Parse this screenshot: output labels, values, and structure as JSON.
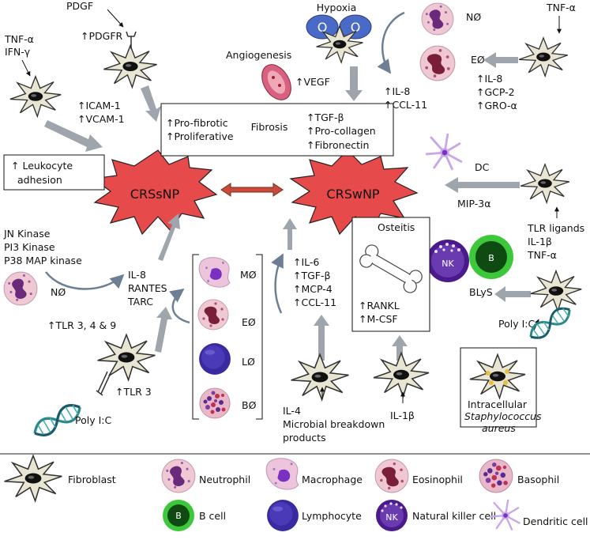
{
  "main": {
    "crssnp": "CRSsNP",
    "crswnp": "CRSwNP"
  },
  "top_left": {
    "stimuli_line1": "TNF-α",
    "stimuli_line2": "IFN-γ",
    "pdgf": "PDGF",
    "pdgfr": "↑PDGFR",
    "icam": "↑ICAM-1",
    "vcam": "↑VCAM-1",
    "leukocyte_line1": "↑ Leukocyte",
    "leukocyte_line2": "adhesion"
  },
  "fibrosis_box": {
    "left_line1": "↑Pro-fibrotic",
    "left_line2": "↑Proliferative",
    "center": "Fibrosis",
    "right_line1": "↑TGF-β",
    "right_line2": "↑Pro-collagen",
    "right_line3": "↑Fibronectin"
  },
  "top_center": {
    "hypoxia": "Hypoxia",
    "o_left": "O",
    "o_right": "O",
    "angiogenesis": "Angiogenesis",
    "vegf": "↑VEGF",
    "il8": "↑IL-8",
    "ccl11": "↑CCL-11"
  },
  "top_right": {
    "neutrophil": "NØ",
    "eosinophil": "EØ",
    "tnf": "TNF-α",
    "il8": "↑IL-8",
    "gcp2": "↑GCP-2",
    "groa": "↑GRO-α",
    "dc": "DC",
    "mip": "MIP-3α",
    "tlr_line1": "TLR ligands",
    "tlr_line2": "IL-1β",
    "tlr_line3": "TNF-α",
    "blys": "BLyS",
    "polyic": "Poly I:C"
  },
  "left_middle": {
    "kinase1": "JN Kinase",
    "kinase2": "PI3 Kinase",
    "kinase3": "P38 MAP kinase",
    "neutrophil": "NØ",
    "il8": "IL-8",
    "rantes": "RANTES",
    "tarc": "TARC",
    "tlr349": "↑TLR 3, 4 & 9",
    "tlr3": "↑TLR 3",
    "polyic": "Poly I:C"
  },
  "cell_column": {
    "macrophage": "MØ",
    "eosinophil": "EØ",
    "lymphocyte": "LØ",
    "basophil": "BØ"
  },
  "center_cytokines": {
    "il6": "↑IL-6",
    "tgfb": "↑TGF-β",
    "mcp4": "↑MCP-4",
    "ccl11": "↑CCL-11",
    "il4": "IL-4",
    "microbial_line1": "Microbial breakdown",
    "microbial_line2": "products"
  },
  "osteitis_box": {
    "title": "Osteitis",
    "rankl": "↑RANKL",
    "mcsf": "↑M-CSF",
    "il1b": "IL-1β"
  },
  "staph_box": {
    "line1": "Intracellular",
    "line2": "Staphylococcus",
    "line3": "aureus"
  },
  "b_nk": {
    "nk": "NK",
    "b": "B"
  },
  "legend": {
    "fibroblast": "Fibroblast",
    "neutrophil": "Neutrophil",
    "macrophage": "Macrophage",
    "eosinophil": "Eosinophil",
    "basophil": "Basophil",
    "bcell": "B cell",
    "bcell_letter": "B",
    "lymphocyte": "Lymphocyte",
    "nkcell": "Natural killer cell",
    "nk_letter": "NK",
    "dendritic": "Dendritic cell"
  },
  "colors": {
    "star_fill": "#e64a4a",
    "fibroblast_fill": "#e8e6d2",
    "arrow_gray": "#9ea5ad",
    "curved_arrow": "#6d7f95",
    "cell_pink": "#f0c8d4",
    "neutrophil_nucleus": "#6a2a7c",
    "eosinophil_nucleus": "#7a1f3a",
    "lymphocyte_blue": "#3a2aa0",
    "bcell_green": "#3dc73a",
    "nk_purple": "#4a1a8a"
  }
}
